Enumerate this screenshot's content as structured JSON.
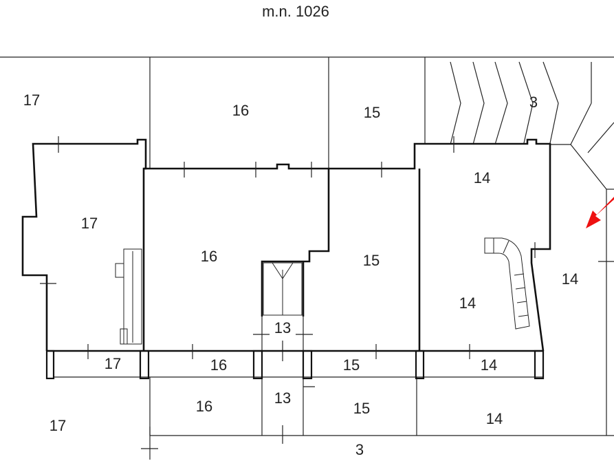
{
  "header": {
    "title": "m.n. 1026"
  },
  "colors": {
    "arrow": "#ee1111",
    "lines": "#222222"
  },
  "labels": {
    "p17_top": "17",
    "p16_top": "16",
    "p15_top": "15",
    "p3_top": "3",
    "p17_mid": "17",
    "p16_mid": "16",
    "p15_mid": "15",
    "p14_top": "14",
    "p14_mid": "14",
    "p14_right": "14",
    "p13_stair": "13",
    "p17_strip": "17",
    "p16_strip": "16",
    "p15_strip": "15",
    "p14_strip": "14",
    "p13_bottom": "13",
    "p16_bottom": "16",
    "p15_bottom": "15",
    "p14_bottom": "14",
    "p17_bottom": "17",
    "p3_bottom": "3"
  }
}
